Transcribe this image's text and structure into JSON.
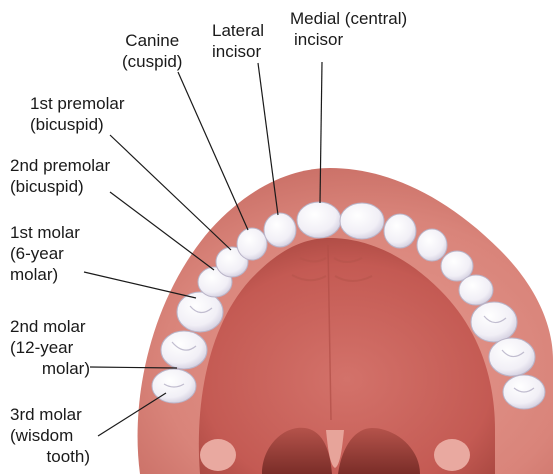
{
  "labels": {
    "medial": {
      "line1": "Medial (central)",
      "line2": "incisor"
    },
    "lateral": {
      "line1": "Lateral",
      "line2": "incisor"
    },
    "canine": {
      "line1": "Canine",
      "line2": "(cuspid)"
    },
    "premolar1": {
      "line1": "1st premolar",
      "line2": "(bicuspid)"
    },
    "premolar2": {
      "line1": "2nd premolar",
      "line2": "(bicuspid)"
    },
    "molar1": {
      "line1": "1st molar",
      "line2": "(6-year",
      "line3": "molar)"
    },
    "molar2": {
      "line1": "2nd molar",
      "line2": "(12-year",
      "line3": "molar)"
    },
    "molar3": {
      "line1": "3rd molar",
      "line2": "(wisdom",
      "line3": "tooth)"
    }
  },
  "colors": {
    "gum": "#d9847a",
    "gum_dark": "#b9584f",
    "palate": "#c9605a",
    "tooth": "#f4f3f7",
    "tooth_shadow": "#c8c4d6",
    "leader_line": "#1a1a1a"
  }
}
